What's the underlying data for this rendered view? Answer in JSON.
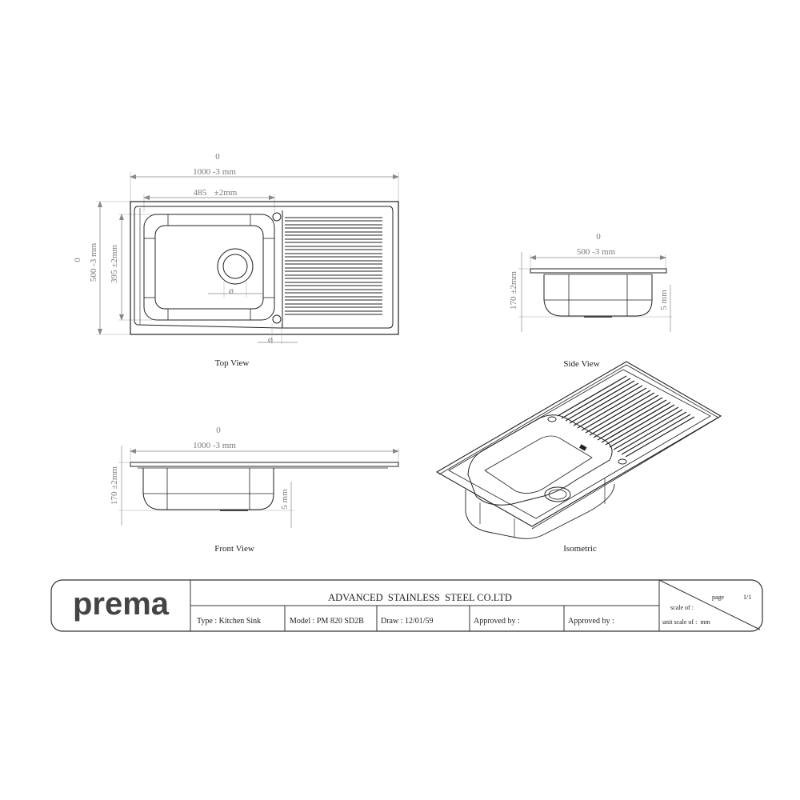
{
  "drawing": {
    "top_view": {
      "label": "Top View",
      "overall_width_tol": "0",
      "overall_width": "1000 -3 mm",
      "bowl_width": "485 ±2mm",
      "bowl_width_value": "485",
      "bowl_width_tol": "±2mm",
      "overall_depth_tol": "0",
      "overall_depth": "500 -3 mm",
      "bowl_depth": "395 ±2mm",
      "bowl_depth_value": "395",
      "bowl_depth_tol": "±2mm",
      "drain_diameter_symbol": "Ø",
      "tap_hole_diameter_symbol": "Ø"
    },
    "side_view": {
      "label": "Side View",
      "width_tol": "0",
      "width": "500 -3 mm",
      "height_value": "170",
      "height_tol": "±2mm",
      "flange": "5 mm"
    },
    "front_view": {
      "label": "Front View",
      "width_tol": "0",
      "width": "1000 -3 mm",
      "height_value": "170",
      "height_tol": "±2mm",
      "flange": "5 mm"
    },
    "isometric": {
      "label": "Isometric"
    }
  },
  "title_block": {
    "logo": "prema",
    "company": "ADVANCED  STAINLESS  STEEL CO.LTD",
    "type": "Type : Kitchen Sink",
    "model": "Model : PM 820 SD2B",
    "draw": "Draw : 12/01/59",
    "approved_1": "Approved by :",
    "approved_2": "Approved by :",
    "page_label": "page",
    "page_value": "1/1",
    "scale_of": "scale of :",
    "unit_scale": "unit scale of :  mm"
  }
}
